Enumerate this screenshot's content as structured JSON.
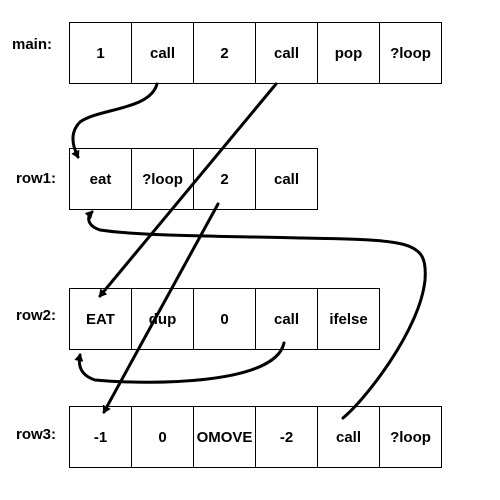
{
  "rows": [
    {
      "label": "main:",
      "cells": [
        "1",
        "call",
        "2",
        "call",
        "pop",
        "?loop"
      ]
    },
    {
      "label": "row1:",
      "cells": [
        "eat",
        "?loop",
        "2",
        "call"
      ]
    },
    {
      "label": "row2:",
      "cells": [
        "EAT",
        "dup",
        "0",
        "call",
        "ifelse"
      ]
    },
    {
      "label": "row3:",
      "cells": [
        "-1",
        "0",
        "OMOVE",
        "-2",
        "call",
        "?loop"
      ]
    }
  ],
  "arrow_color": "#000000"
}
